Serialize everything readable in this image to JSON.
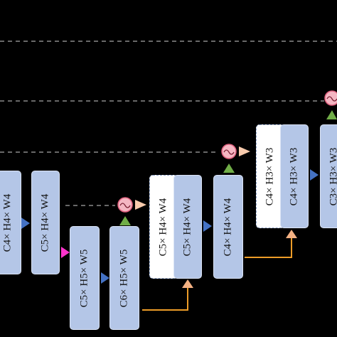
{
  "colors": {
    "background": "#000000",
    "block_fill": "#b4c6e7",
    "block_border": "#dbe4f5",
    "concat_fill": "#ffffff",
    "arrow_blue": "#4472c4",
    "arrow_magenta": "#ff33cc",
    "arrow_green": "#70ad47",
    "arrow_peach": "#f8cbad",
    "arrow_orange": "#f4b183",
    "connector_orange": "#ed9c28",
    "attention_circle": "#f4b6c2",
    "dashed_line": "#a6a6a6"
  },
  "icons": [
    "attention-circle-icon",
    "triangle-arrow-icon"
  ],
  "blocks": {
    "b1": "C4× H4× W4",
    "b2": "C5× H4× W4",
    "b3": "C5× H5× W5",
    "b4": "C6× H5× W5",
    "b5_concat": "C5× H4× W4",
    "b5": "C5× H4× W4",
    "b6": "C4× H4× W4",
    "b7_concat": "C4× H3× W3",
    "b7": "C4× H3× W3",
    "b8": "C3× H3× W3"
  }
}
